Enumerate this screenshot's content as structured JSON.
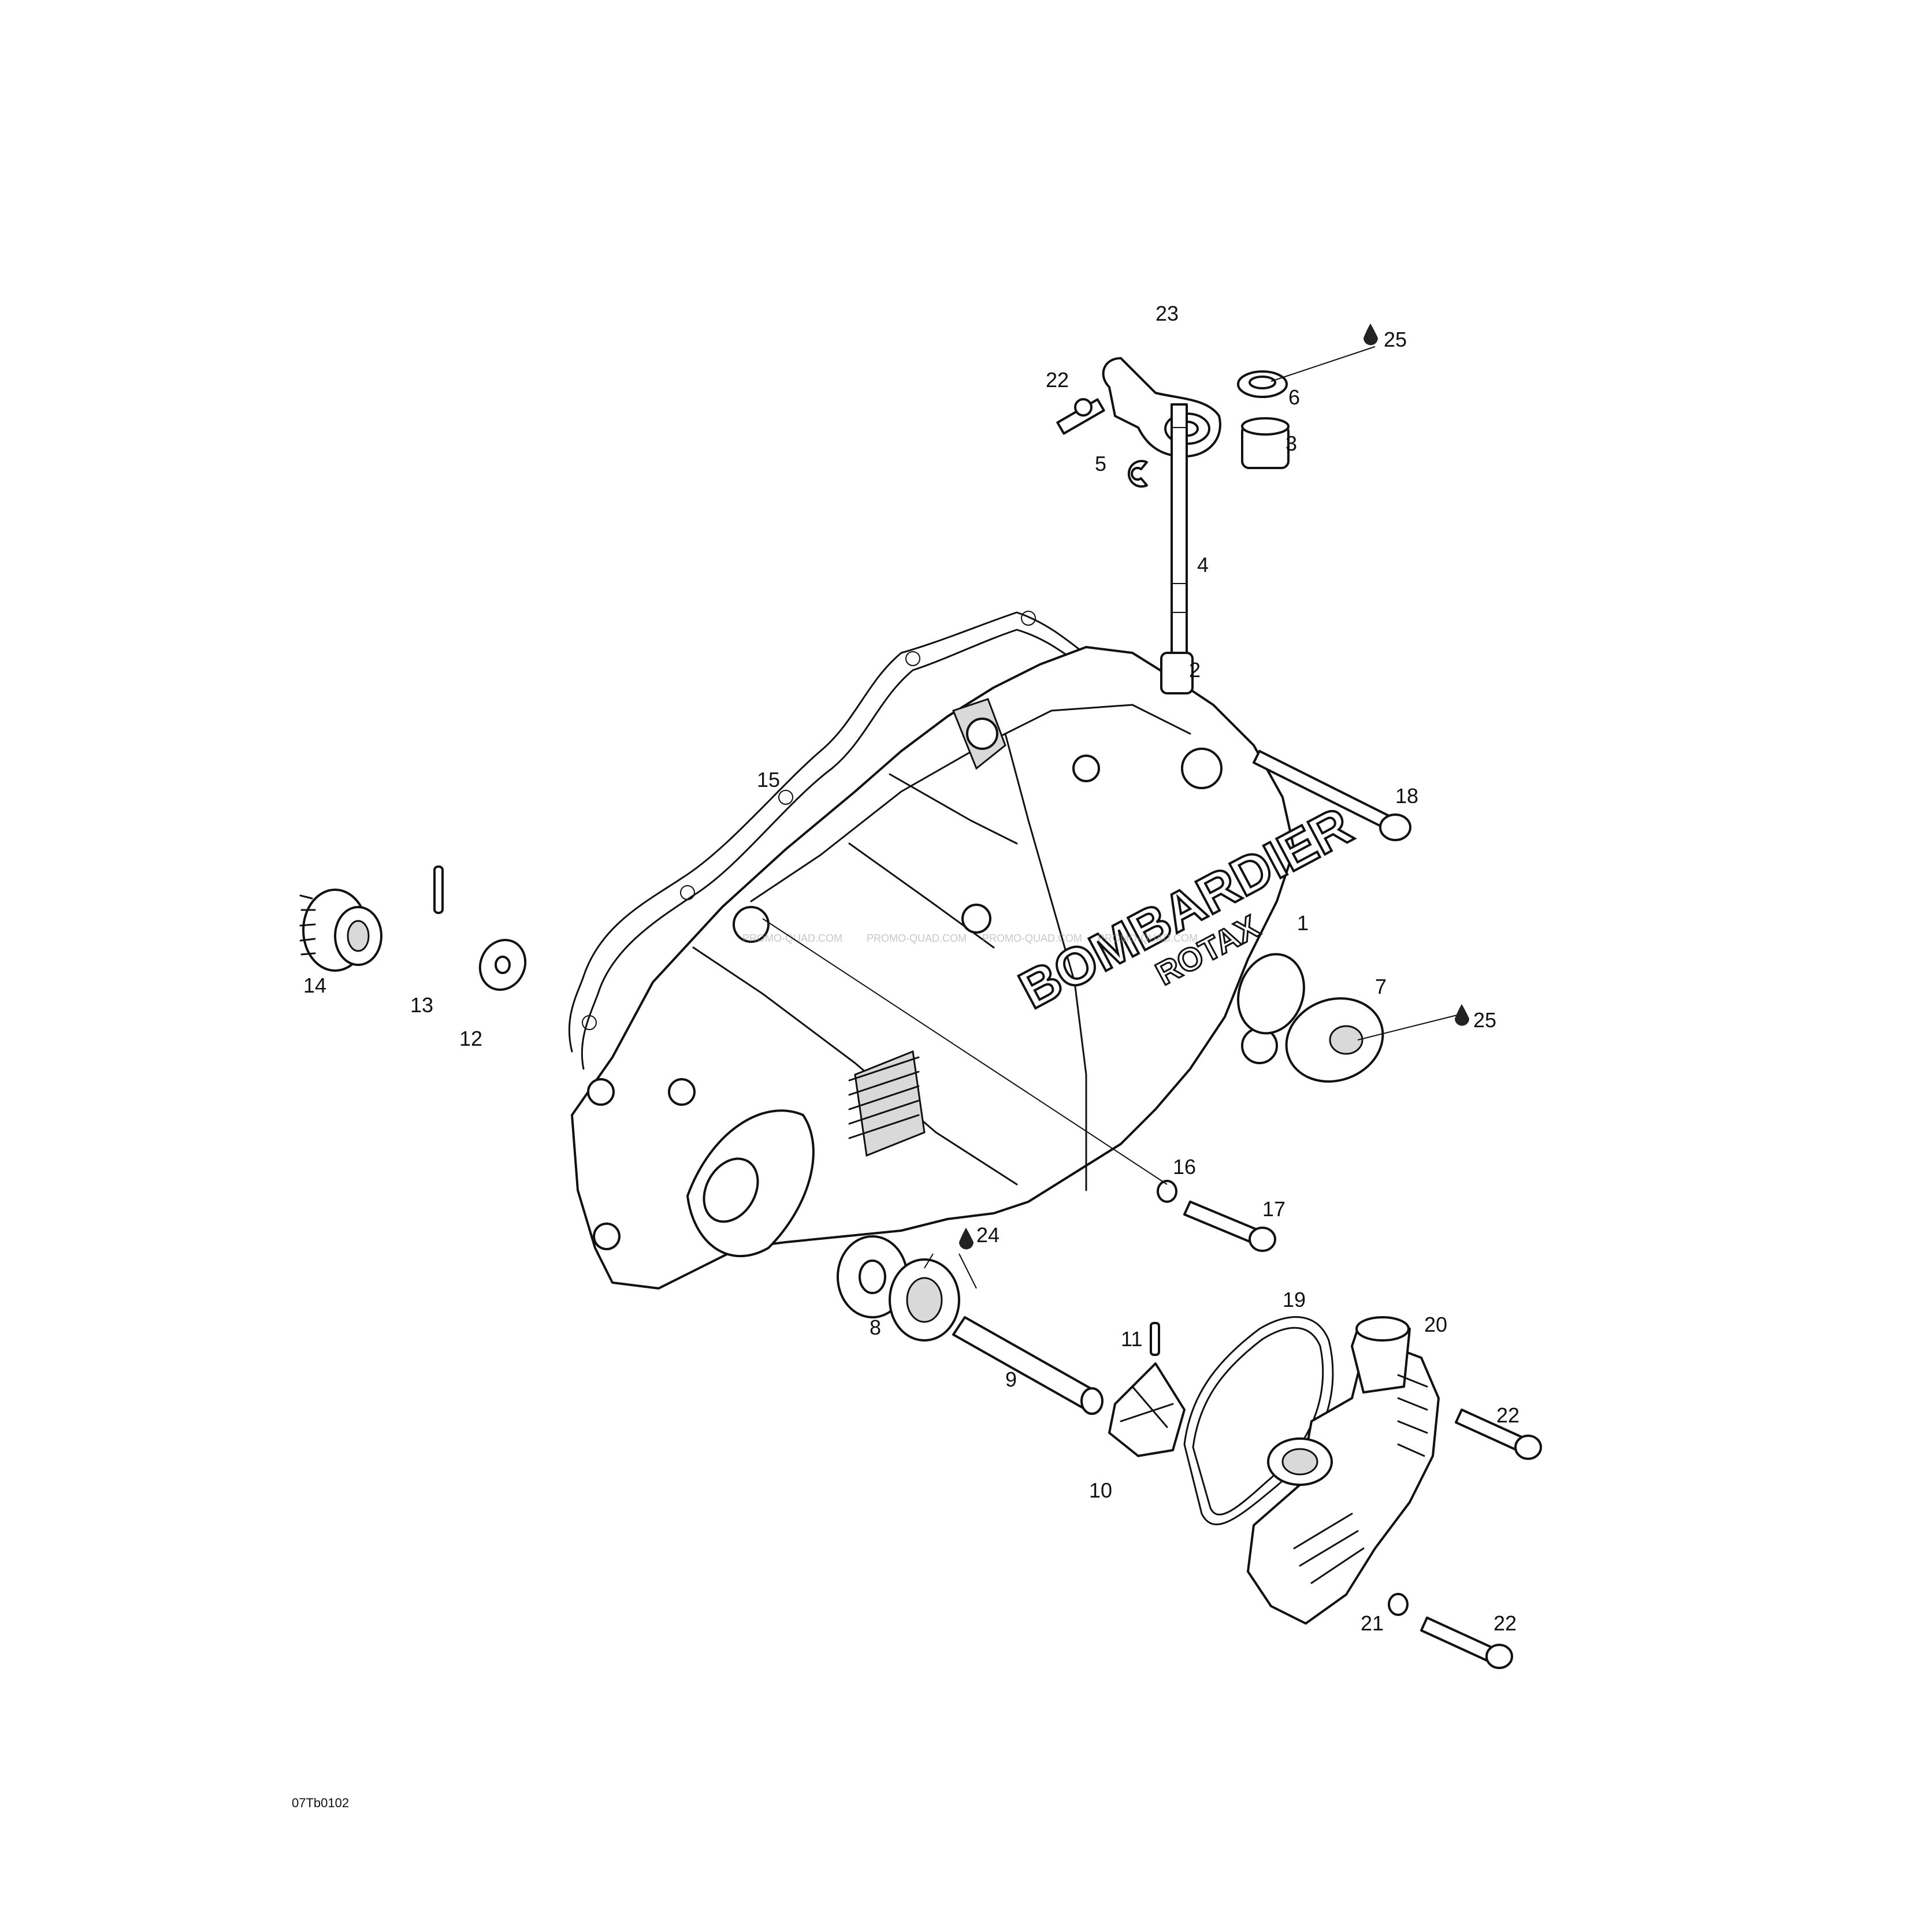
{
  "diagram": {
    "drawing_code": "07Tb0102",
    "watermark": "PROMO-QUAD.COM",
    "cover_brand": "BOMBARDIER",
    "cover_model": "ROTAX",
    "callouts": {
      "c1": "1",
      "c2": "2",
      "c3": "3",
      "c4": "4",
      "c5": "5",
      "c6": "6",
      "c7": "7",
      "c8": "8",
      "c9": "9",
      "c10": "10",
      "c11": "11",
      "c12": "12",
      "c13": "13",
      "c14": "14",
      "c15": "15",
      "c16": "16",
      "c17": "17",
      "c18": "18",
      "c19": "19",
      "c20": "20",
      "c21": "21",
      "c22a": "22",
      "c22b": "22",
      "c22c": "22",
      "c23": "23",
      "c24": "24",
      "c25a": "25",
      "c25b": "25"
    }
  }
}
